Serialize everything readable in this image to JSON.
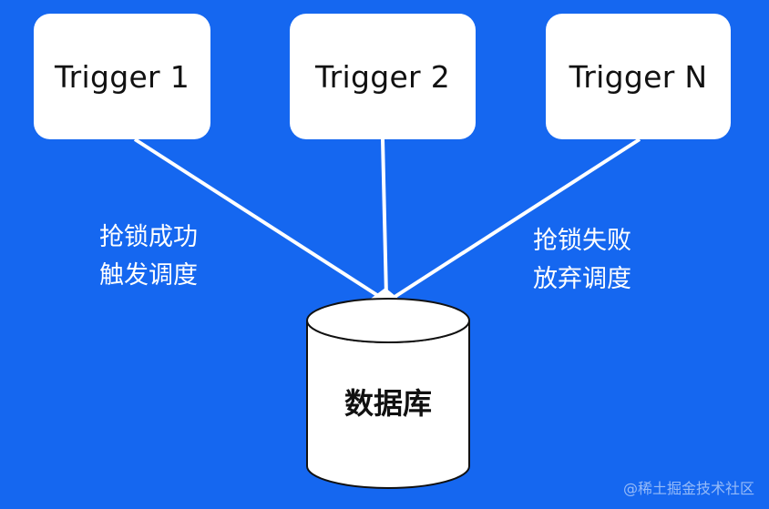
{
  "triggers": [
    {
      "label": "Trigger 1"
    },
    {
      "label": "Trigger 2"
    },
    {
      "label": "Trigger N"
    }
  ],
  "edge_labels": {
    "success": {
      "line1": "抢锁成功",
      "line2": "触发调度"
    },
    "failure": {
      "line1": "抢锁失败",
      "line2": "放弃调度"
    }
  },
  "database": {
    "label": "数据库"
  },
  "watermark": "@稀土掘金技术社区",
  "colors": {
    "background": "#1567F0",
    "node_fill": "#FFFFFF",
    "connector": "#FFFFFF"
  }
}
